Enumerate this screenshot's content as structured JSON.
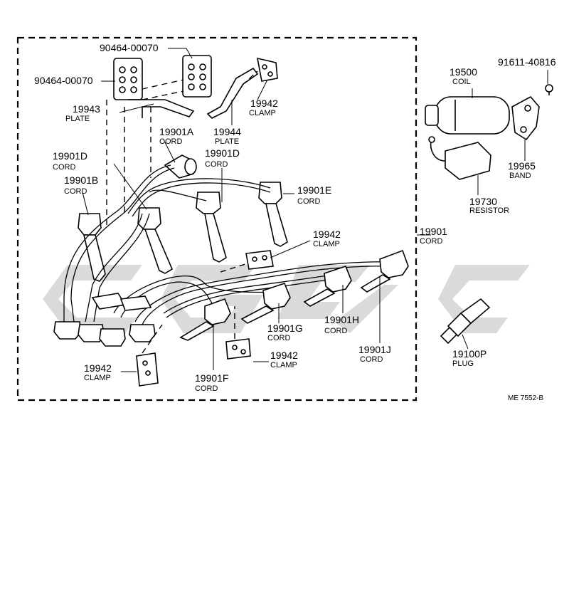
{
  "watermark": {
    "color": "#bdbdbd"
  },
  "labels": {
    "bolt_a": "90464-00070",
    "bolt_b": "90464-00070",
    "plate_a_num": "19943",
    "plate_a_name": "PLATE",
    "plate_b_num": "19944",
    "plate_b_name": "PLATE",
    "clamp_top_num": "19942",
    "clamp_top_name": "CLAMP",
    "cord_a_num": "19901A",
    "cord_a_name": "CORD",
    "cord_d1_num": "19901D",
    "cord_d1_name": "CORD",
    "cord_d2_num": "19901D",
    "cord_d2_name": "CORD",
    "cord_b_num": "19901B",
    "cord_b_name": "CORD",
    "cord_e_num": "19901E",
    "cord_e_name": "CORD",
    "clamp_mid_num": "19942",
    "clamp_mid_name": "CLAMP",
    "cord_set_num": "19901",
    "cord_set_name": "CORD",
    "cord_g_num": "19901G",
    "cord_g_name": "CORD",
    "cord_h_num": "19901H",
    "cord_h_name": "CORD",
    "cord_j_num": "19901J",
    "cord_j_name": "CORD",
    "clamp_low_num": "19942",
    "clamp_low_name": "CLAMP",
    "clamp_left_num": "19942",
    "clamp_left_name": "CLAMP",
    "cord_f_num": "19901F",
    "cord_f_name": "CORD",
    "coil_num": "19500",
    "coil_name": "COIL",
    "bolt_coil": "91611-40816",
    "band_num": "19965",
    "band_name": "BAND",
    "resistor_num": "19730",
    "resistor_name": "RESISTOR",
    "plug_num": "19100P",
    "plug_name": "PLUG",
    "figure_ref": "ME 7552-B"
  }
}
